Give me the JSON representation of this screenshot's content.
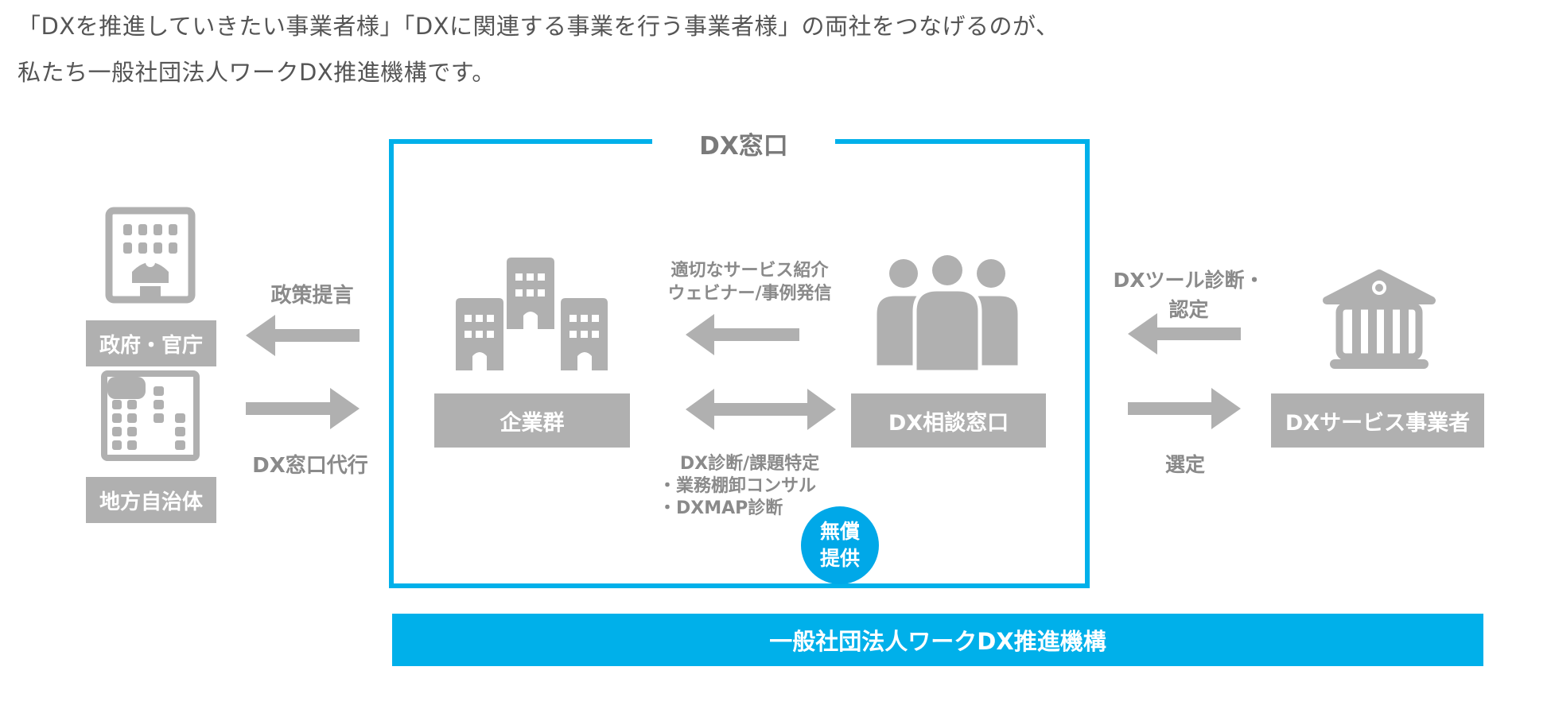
{
  "intro": {
    "line1": "「DXを推進していきたい事業者様」「DXに関連する事業を行う事業者様」の両社をつなげるのが、",
    "line2": "私たち一般社団法人ワークDX推進機構です。"
  },
  "diagram": {
    "window_title": "DX窓口",
    "government": "政府・官庁",
    "local_gov": "地方自治体",
    "policy_proposal": "政策提言",
    "dx_window_agency": "DX窓口代行",
    "companies": "企業群",
    "dx_consult": "DX相談窓口",
    "service_intro_1": "適切なサービス紹介",
    "service_intro_2": "ウェビナー/事例発信",
    "diag_1": "DX診断/課題特定",
    "diag_2": "・業務棚卸コンサル",
    "diag_3": "・DXMAP診断",
    "free_1": "無償",
    "free_2": "提供",
    "tool_diag_1": "DXツール診断・",
    "tool_diag_2": "認定",
    "selection": "選定",
    "dx_providers": "DXサービス事業者",
    "organization": "一般社団法人ワークDX推進機構"
  },
  "colors": {
    "accent": "#00b0ea",
    "gray": "#b0b0b0",
    "text_gray": "#8a8a8a"
  }
}
